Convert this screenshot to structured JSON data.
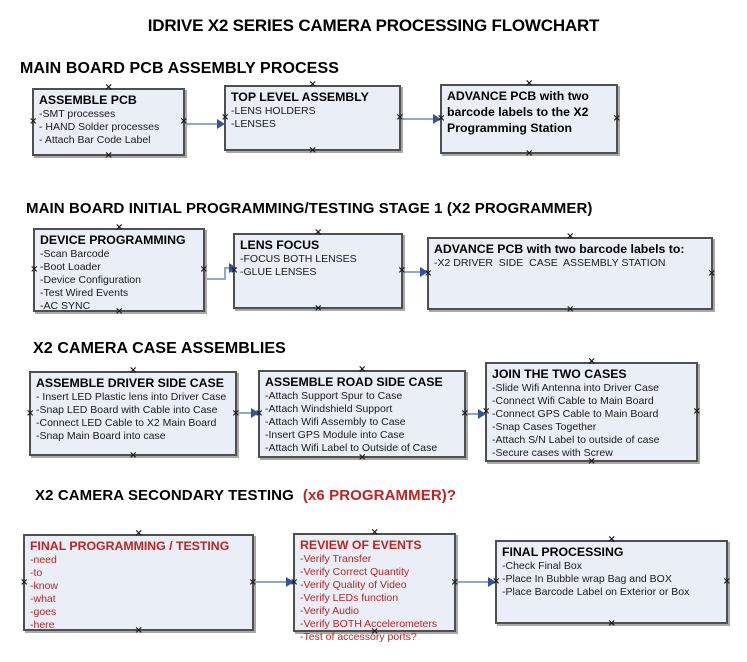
{
  "title": "IDRIVE X2  SERIES CAMERA PROCESSING FLOWCHART",
  "colors": {
    "box_fill": "#e9eef7",
    "box_border": "#4f4f4f",
    "shadow": "#a9a9a9",
    "red": "#c32222",
    "connector": "#93a7c6",
    "arrowhead": "#33549b"
  },
  "icons": {
    "anchor_glyph": "×"
  },
  "sections": [
    {
      "heading": "MAIN BOARD PCB ASSEMBLY PROCESS",
      "boxes": [
        {
          "title": "ASSEMBLE PCB",
          "items": [
            "-SMT processes",
            "- HAND Solder processes",
            "- Attach Bar Code Label"
          ]
        },
        {
          "title": "TOP LEVEL ASSEMBLY",
          "items": [
            "-LENS HOLDERS",
            "-LENSES"
          ]
        },
        {
          "title": "ADVANCE PCB with two barcode labels to the  X2 Programming Station",
          "items": []
        }
      ]
    },
    {
      "heading": "MAIN BOARD INITIAL PROGRAMMING/TESTING STAGE 1 (X2 PROGRAMMER)",
      "boxes": [
        {
          "title": "DEVICE PROGRAMMING",
          "items": [
            "-Scan Barcode",
            "-Boot Loader",
            "-Device Configuration",
            "-Test Wired Events",
            "-AC SYNC"
          ]
        },
        {
          "title": "LENS FOCUS",
          "items": [
            "-FOCUS BOTH LENSES",
            "-GLUE LENSES"
          ]
        },
        {
          "title": "ADVANCE PCB with two barcode labels to:",
          "items": [
            "-X2 DRIVER  SIDE  CASE  ASSEMBLY STATION"
          ]
        }
      ]
    },
    {
      "heading": "X2 CAMERA CASE ASSEMBLIES",
      "boxes": [
        {
          "title": "ASSEMBLE DRIVER SIDE CASE",
          "items": [
            "- Insert LED Plastic lens into Driver Case",
            "-Snap LED Board with Cable into Case",
            "-Connect LED Cable to X2 Main Board",
            "-Snap Main Board into case"
          ]
        },
        {
          "title": "ASSEMBLE ROAD SIDE CASE",
          "items": [
            "-Attach Support Spur to Case",
            "-Attach Windshield Support",
            "-Attach Wifi Assembly to Case",
            "-Insert GPS Module into Case",
            "-Attach Wifi Label to Outside of Case"
          ]
        },
        {
          "title": "JOIN THE TWO CASES",
          "items": [
            "-Slide Wifi Antenna into Driver Case",
            "-Connect Wifi Cable to Main Board",
            "-Connect GPS Cable to Main Board",
            "-Snap Cases Together",
            "-Attach S/N Label to outside of case",
            "-Secure cases with Screw"
          ]
        }
      ]
    },
    {
      "heading": "X2 CAMERA SECONDARY TESTING",
      "heading_red": "(x6 PROGRAMMER)?",
      "boxes": [
        {
          "title": "FINAL PROGRAMMING / TESTING",
          "items": [
            "-need",
            "-to",
            "-know",
            "-what",
            "-goes",
            "-here"
          ]
        },
        {
          "title": "REVIEW OF EVENTS",
          "items": [
            "-Verify Transfer",
            "-Verify Correct Quantity",
            "-Verify Quality of Video",
            "-Verify LEDs function",
            "-Verify Audio",
            "-Verify BOTH Accelerometers",
            "-Test of accessory ports?"
          ]
        },
        {
          "title": "FINAL PROCESSING",
          "items": [
            "-Check Final Box",
            "-Place In Bubble wrap Bag and BOX",
            "-Place Barcode Label on Exterior or Box"
          ]
        }
      ]
    }
  ]
}
